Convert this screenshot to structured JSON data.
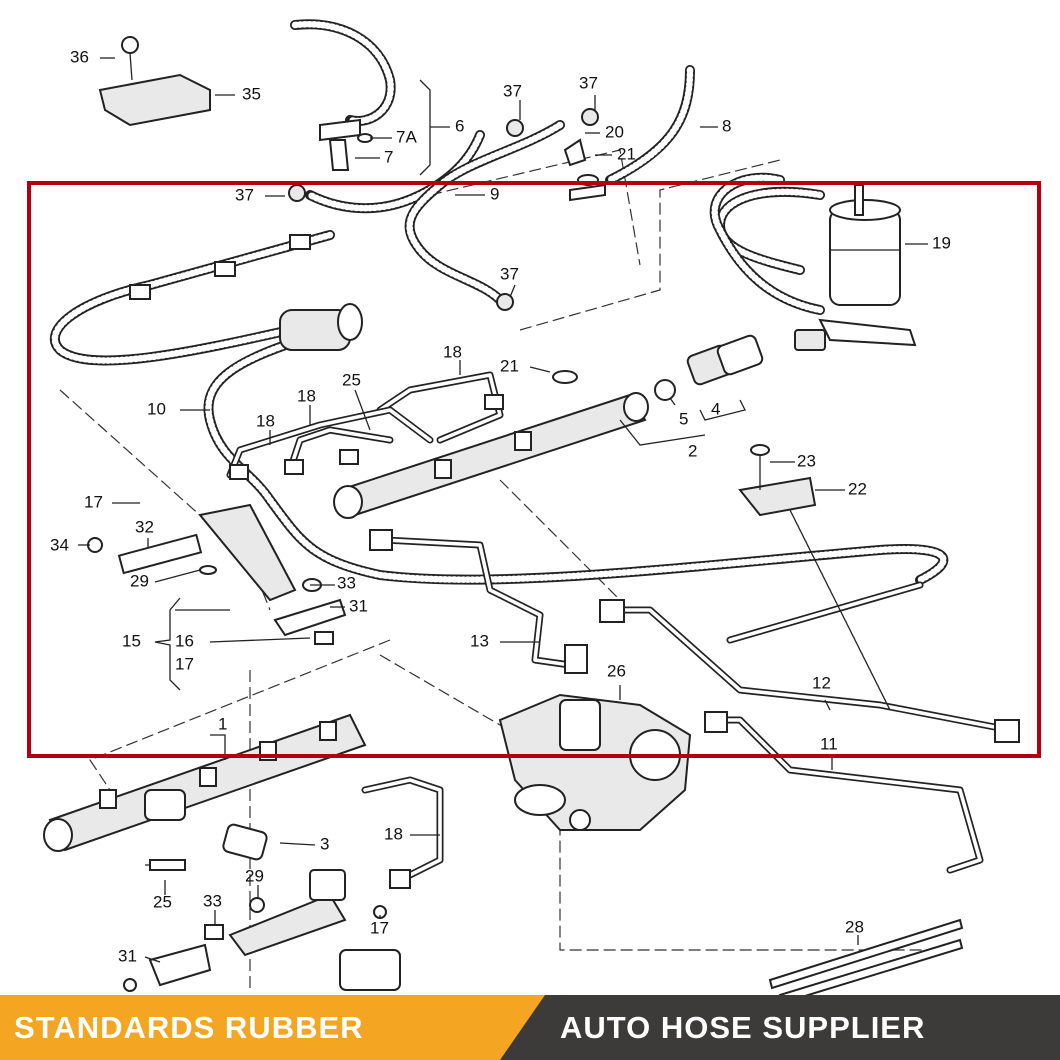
{
  "callouts": [
    "36",
    "35",
    "6",
    "7A",
    "7",
    "37",
    "37",
    "37",
    "20",
    "21",
    "8",
    "9",
    "37",
    "19",
    "10",
    "18",
    "25",
    "18",
    "18",
    "21",
    "5",
    "4",
    "2",
    "23",
    "22",
    "17",
    "32",
    "34",
    "29",
    "33",
    "31",
    "15",
    "16",
    "17",
    "13",
    "26",
    "12",
    "11",
    "1",
    "18",
    "3",
    "25",
    "29",
    "33",
    "17",
    "31",
    "28"
  ],
  "banner": {
    "left_text": "STANDARDS RUBBER",
    "right_text": "AUTO HOSE SUPPLIER",
    "left_color": "#f4a623",
    "right_color": "#3d3a3a"
  },
  "highlight_color": "#b00012"
}
